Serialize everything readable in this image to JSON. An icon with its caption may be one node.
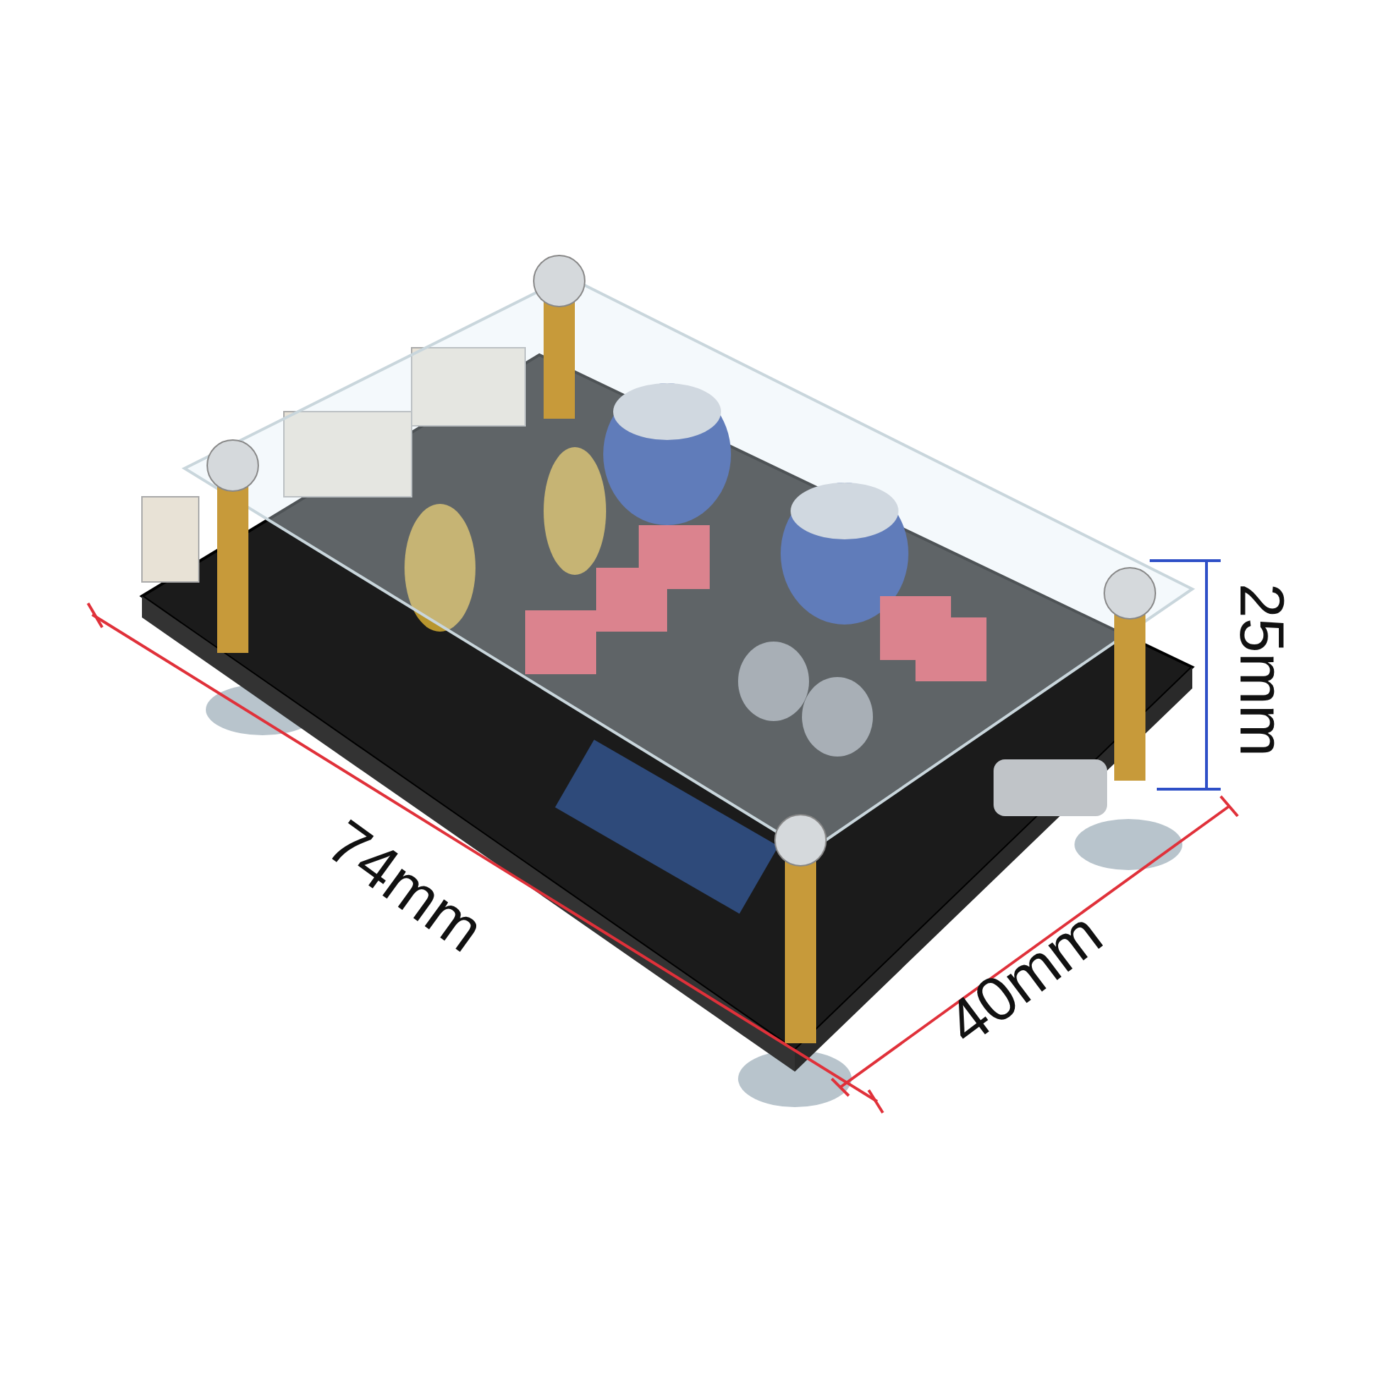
{
  "diagram": {
    "labels": [
      "74mm",
      "40mm",
      "25mm"
    ]
  }
}
